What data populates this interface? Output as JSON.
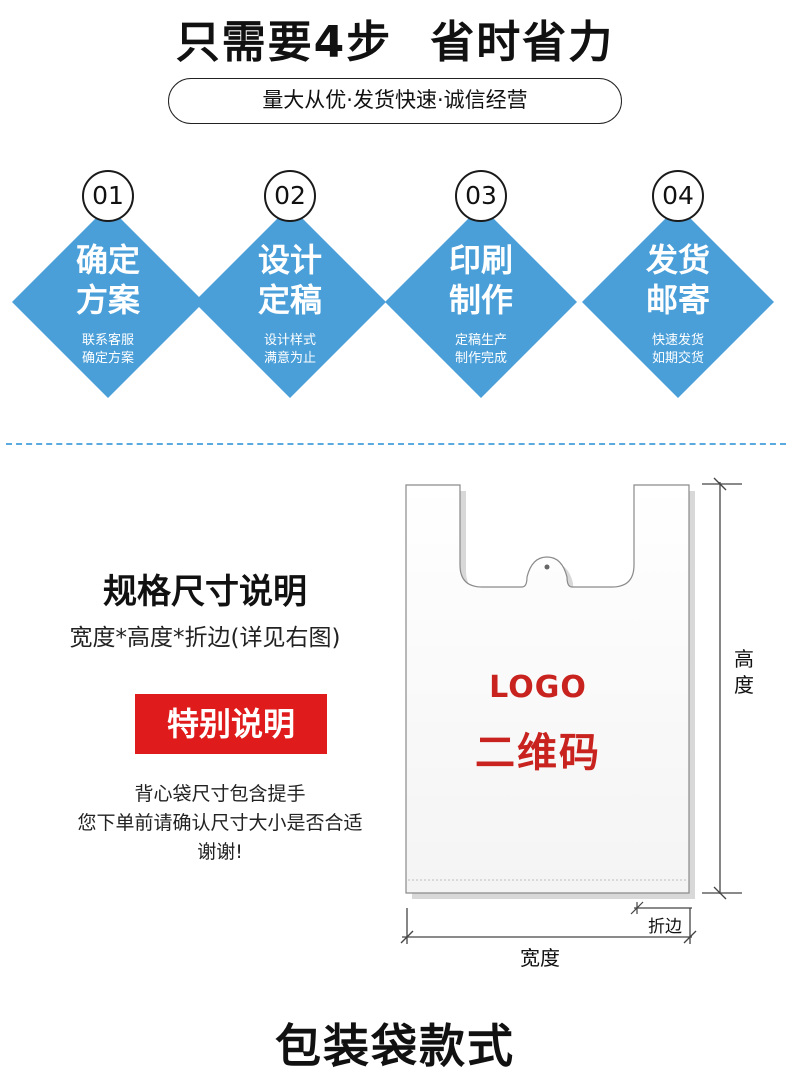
{
  "header": {
    "title_part1": "只需要4步",
    "title_part2": "省时省力",
    "tagline": "量大从优·发货快速·诚信经营"
  },
  "steps": [
    {
      "number": "01",
      "title_line1": "确定",
      "title_line2": "方案",
      "sub_line1": "联系客服",
      "sub_line2": "确定方案"
    },
    {
      "number": "02",
      "title_line1": "设计",
      "title_line2": "定稿",
      "sub_line1": "设计样式",
      "sub_line2": "满意为止"
    },
    {
      "number": "03",
      "title_line1": "印刷",
      "title_line2": "制作",
      "sub_line1": "定稿生产",
      "sub_line2": "制作完成"
    },
    {
      "number": "04",
      "title_line1": "发货",
      "title_line2": "邮寄",
      "sub_line1": "快速发货",
      "sub_line2": "如期交货"
    }
  ],
  "spec": {
    "title": "规格尺寸说明",
    "subtitle": "宽度*高度*折边(详见右图)",
    "badge": "特别说明",
    "note_line1": "背心袋尺寸包含提手",
    "note_line2": "您下单前请确认尺寸大小是否合适",
    "note_line3": "谢谢!"
  },
  "diagram": {
    "logo": "LOGO",
    "qr": "二维码",
    "height_label_1": "高",
    "height_label_2": "度",
    "fold_label": "折边",
    "width_label": "宽度"
  },
  "footer": {
    "title": "包装袋款式"
  },
  "colors": {
    "step_blue": "#4a9fd9",
    "badge_red": "#e01b1b",
    "logo_red": "#c8231e",
    "divider_blue": "#5aa9df"
  }
}
